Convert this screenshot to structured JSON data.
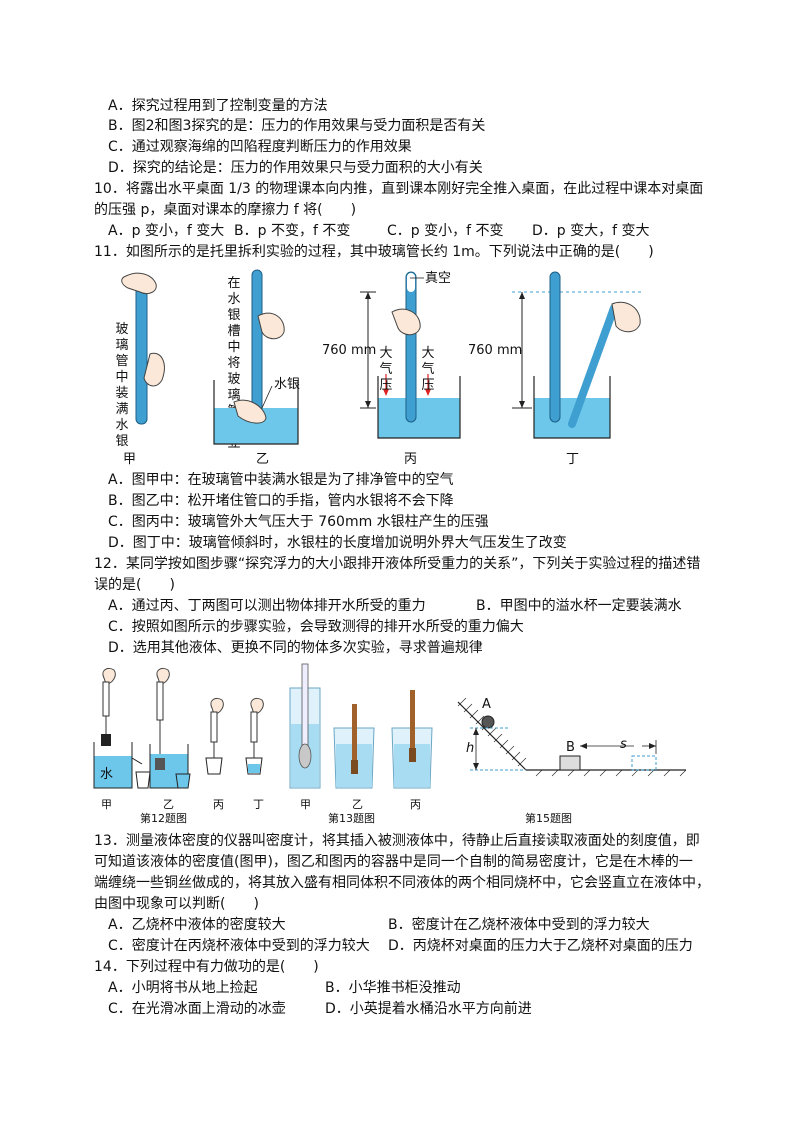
{
  "prev_options": {
    "A": "A．探究过程用到了控制变量的方法",
    "B": "B．图2和图3探究的是：压力的作用效果与受力面积是否有关",
    "C": "C．通过观察海绵的凹陷程度判断压力的作用效果",
    "D": "D．探究的结论是：压力的作用效果只与受力面积的大小有关"
  },
  "q10": {
    "line1": "10．将露出水平桌面 1/3 的物理课本向内推，直到课本刚好完全推入桌面，在此过程中课本对桌面",
    "line2": "的压强 p，桌面对课本的摩擦力 f 将(　　)",
    "A": "A．p 变小，f 变大",
    "B": "B．p 不变，f 不变",
    "C": "C．p 变小，f 不变",
    "D": "D．p 变大，f 变大"
  },
  "q11": {
    "stem": "11．如图所示的是托里拆利实验的过程，其中玻璃管长约 1m。下列说法中正确的是(　　)",
    "fig": {
      "jia_text": "玻璃管中装满水银",
      "yi_text": "在水银槽中将玻璃管倒立",
      "mercury": "水银",
      "vacuum": "真空",
      "mm760": "760 mm",
      "atm": "大气压",
      "labels": [
        "甲",
        "乙",
        "丙",
        "丁"
      ]
    },
    "A": "A．图甲中：在玻璃管中装满水银是为了排净管中的空气",
    "B": "B．图乙中：松开堵住管口的手指，管内水银将不会下降",
    "C": "C．图丙中：玻璃管外大气压大于 760mm 水银柱产生的压强",
    "D": "D．图丁中：玻璃管倾斜时，水银柱的长度增加说明外界大气压发生了改变"
  },
  "q12": {
    "line1": "12．某同学按如图步骤“探究浮力的大小跟排开液体所受重力的关系”，下列关于实验过程的描述错",
    "line2": "误的是(　　)",
    "A": "A．通过丙、丁两图可以测出物体排开水所受的重力",
    "B": "B．甲图中的溢水杯一定要装满水",
    "C": "C．按照如图所示的步骤实验，会导致测得的排开水所受的重力偏大",
    "D": "D．选用其他液体、更换不同的物体多次实验，寻求普遍规律"
  },
  "figs": {
    "f12_labels": [
      "甲",
      "乙",
      "丙",
      "丁"
    ],
    "water": "水",
    "f12_caption": "第12题图",
    "f13_labels": [
      "甲",
      "乙",
      "丙"
    ],
    "f13_caption": "第13题图",
    "f15_A": "A",
    "f15_B": "B",
    "f15_h": "h",
    "f15_s": "s",
    "f15_caption": "第15题图"
  },
  "q13": {
    "line1": "13．测量液体密度的仪器叫密度计，将其插入被测液体中，待静止后直接读取液面处的刻度值，即",
    "line2": "可知道该液体的密度值(图甲)，图乙和图丙的容器中是同一个自制的简易密度计，它是在木棒的一",
    "line3": "端缠绕一些铜丝做成的，将其放入盛有相同体积不同液体的两个相同烧杯中，它会竖直立在液体中，",
    "line4": "由图中现象可以判断(　　)",
    "A": "A．乙烧杯中液体的密度较大",
    "B": "B．密度计在乙烧杯液体中受到的浮力较大",
    "C": "C．密度计在丙烧杯液体中受到的浮力较大",
    "D": "D．丙烧杯对桌面的压力大于乙烧杯对桌面的压力"
  },
  "q14": {
    "stem": "14．下列过程中有力做功的是(　　)",
    "A": "A．小明将书从地上捡起",
    "B": "B．小华推书柜没推动",
    "C": "C．在光滑冰面上滑动的冰壶",
    "D": "D．小英提着水桶沿水平方向前进"
  },
  "colors": {
    "water": "#6cc7ea",
    "tube": "#3f9fd0",
    "skin": "#fbe8d8"
  }
}
